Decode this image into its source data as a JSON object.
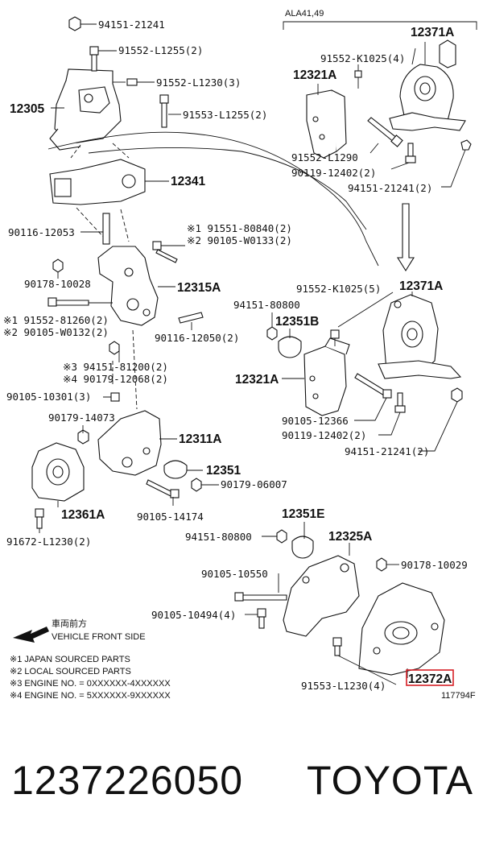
{
  "diagram": {
    "variant_tag": "ALA41,49",
    "figure_code": "117794F",
    "highlight_color": "#d61f26",
    "highlighted_part": "12372A",
    "labels": {
      "l1": "94151-21241",
      "l2": "91552-L1255(2)",
      "l3": "91552-L1230(3)",
      "l4": "91553-L1255(2)",
      "l5": "90116-12053",
      "l6": "※1 91551-80840(2)",
      "l7": "※2 90105-W0133(2)",
      "l8": "90178-10028",
      "l9": "※1 91552-81260(2)",
      "l10": "※2 90105-W0132(2)",
      "l11": "90116-12050(2)",
      "l12": "※3 94151-81200(2)",
      "l13": "※4 90179-12068(2)",
      "l14": "90105-10301(3)",
      "l15": "90179-14073",
      "l16": "90179-06007",
      "l17": "90105-14174",
      "l18": "91672-L1230(2)",
      "l19": "91552-K1025(4)",
      "l20": "91552-L1290",
      "l21": "90119-12402(2)",
      "l22": "94151-21241(2)",
      "l23": "91552-K1025(5)",
      "l24": "94151-80800",
      "l25": "90105-12366",
      "l26": "90119-12402(2)",
      "l27": "94151-21241(2)",
      "l28": "94151-80800",
      "l29": "90105-10550",
      "l30": "90105-10494(4)",
      "l31": "90178-10029",
      "l32": "91553-L1230(4)"
    },
    "parts": {
      "p12305": "12305",
      "p12341": "12341",
      "p12315A": "12315A",
      "p12311A": "12311A",
      "p12351": "12351",
      "p12361A": "12361A",
      "p12371A_top": "12371A",
      "p12321A_top": "12321A",
      "p12371A_mid": "12371A",
      "p12351B": "12351B",
      "p12321A_mid": "12321A",
      "p12351E": "12351E",
      "p12325A": "12325A"
    },
    "direction_label": "車両前方",
    "direction_label_en": "VEHICLE FRONT SIDE",
    "notes": [
      "※1 JAPAN SOURCED PARTS",
      "※2 LOCAL SOURCED PARTS",
      "※3 ENGINE NO. = 0XXXXXX-4XXXXXX",
      "※4 ENGINE NO. = 5XXXXXX-9XXXXXX"
    ]
  },
  "footer": {
    "part_number": "1237226050",
    "brand": "TOYOTA"
  }
}
